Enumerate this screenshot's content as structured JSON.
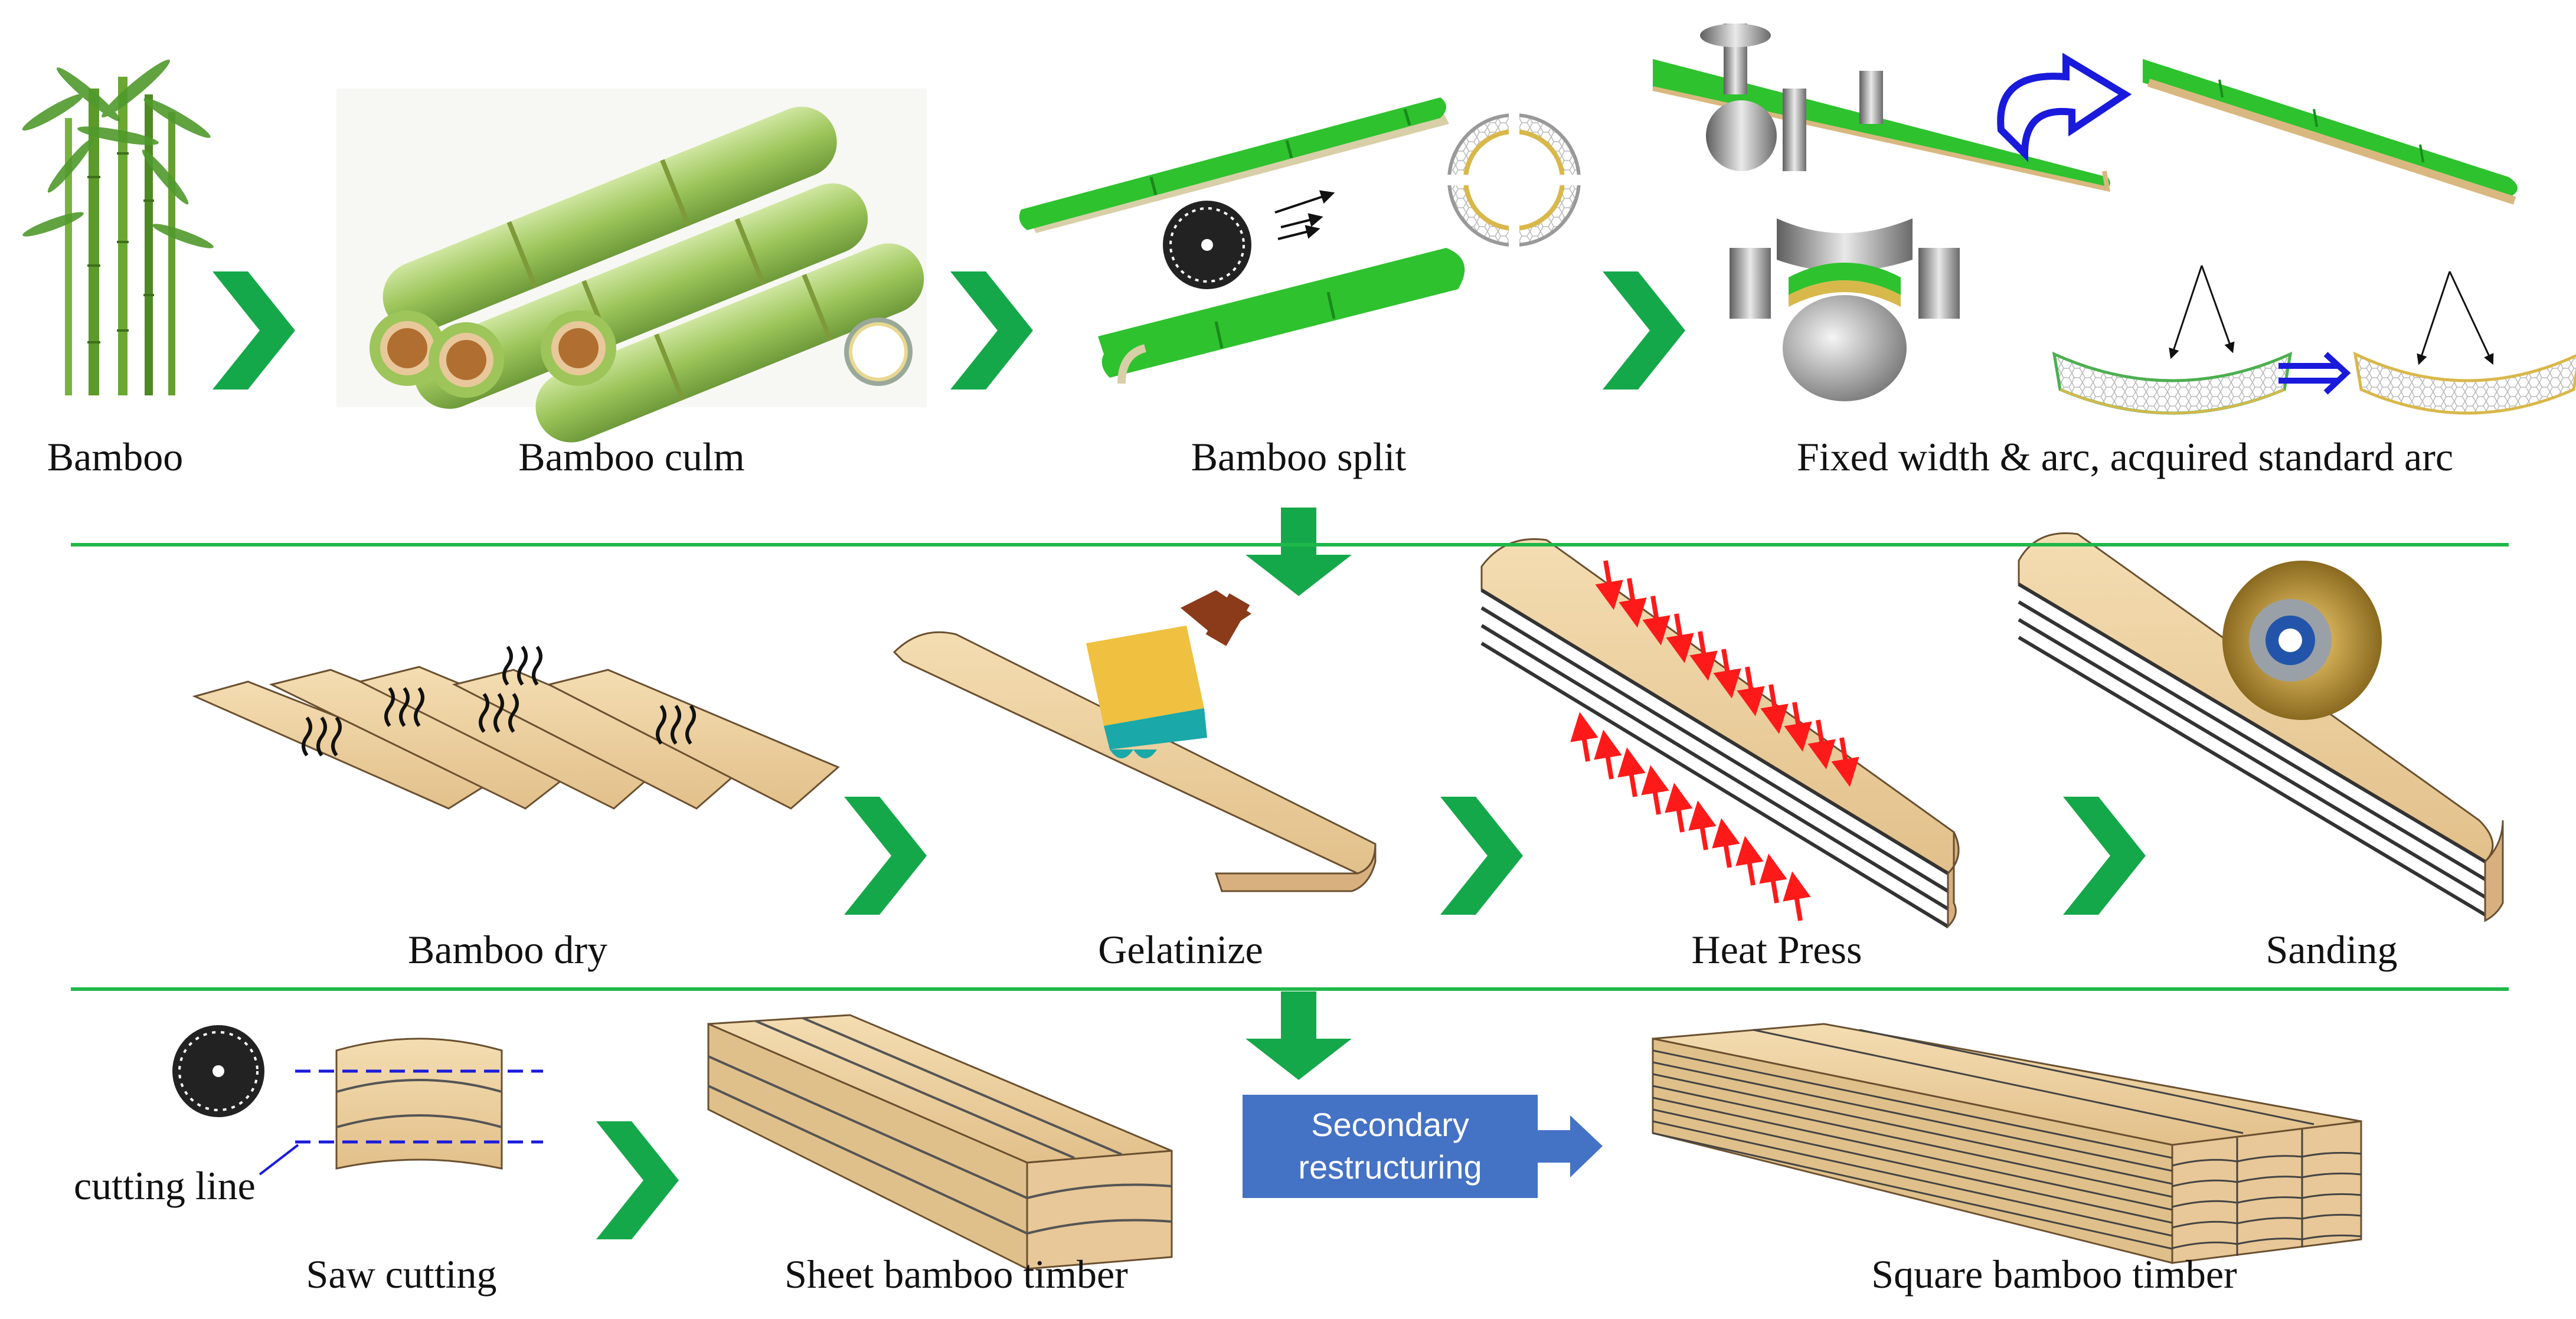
{
  "labels": {
    "bamboo": "Bamboo",
    "bamboo_culm": "Bamboo culm",
    "bamboo_split": "Bamboo split",
    "fixed_width": "Fixed width & arc, acquired standard arc",
    "bamboo_dry": "Bamboo dry",
    "gelatinize": "Gelatinize",
    "heat_press": "Heat Press",
    "sanding": "Sanding",
    "cutting_line": "cutting line",
    "saw_cutting": "Saw cutting",
    "sheet_timber": "Sheet bamboo timber",
    "square_timber": "Square bamboo timber"
  },
  "secondary_box": {
    "line1": "Secondary",
    "line2": "restructuring"
  },
  "colors": {
    "arrow_green": "#15a84a",
    "divider_green": "#1fb84a",
    "box_blue": "#4472c4",
    "bamboo_green": "#2ec22e",
    "wood": "#ecd3a6",
    "press_red": "#ff1a1a",
    "arc_blue": "#1a1adc"
  }
}
